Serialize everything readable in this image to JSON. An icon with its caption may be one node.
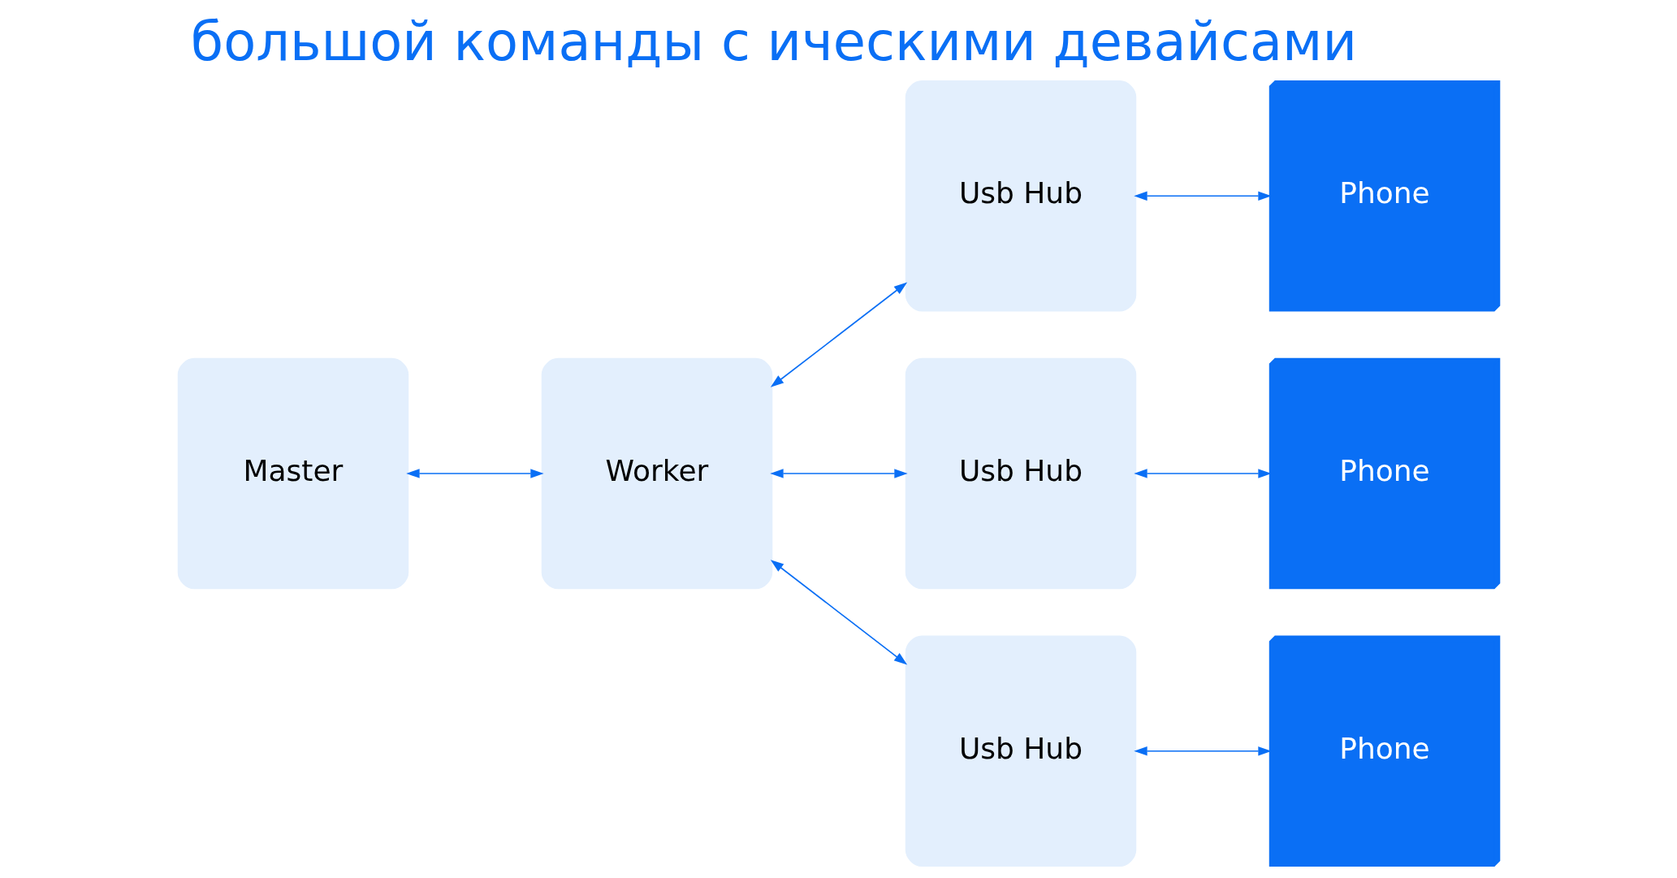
{
  "diagram": {
    "title": "большой команды с ическими девайсами",
    "nodes": [
      {
        "text": [
          "Master"
        ]
      },
      {
        "text": [
          "Worker"
        ]
      },
      {
        "text": [
          "Usb Hub"
        ]
      },
      {
        "text": [
          "Usb Hub"
        ]
      },
      {
        "text": [
          "Usb Hub"
        ]
      },
      {
        "text": [
          "Phone"
        ]
      },
      {
        "text": [
          "Phone"
        ]
      },
      {
        "text": [
          "Phone"
        ]
      }
    ],
    "edges": [
      {
        "from": 0,
        "to": 1,
        "arrow": "both"
      },
      {
        "from": 1,
        "to": 2,
        "arrow": "both"
      },
      {
        "from": 1,
        "to": 3,
        "arrow": "both"
      },
      {
        "from": 1,
        "to": 4,
        "arrow": "both"
      },
      {
        "from": 2,
        "to": 5,
        "arrow": "both"
      },
      {
        "from": 3,
        "to": 6,
        "arrow": "both"
      },
      {
        "from": 4,
        "to": 7,
        "arrow": "both"
      }
    ]
  }
}
